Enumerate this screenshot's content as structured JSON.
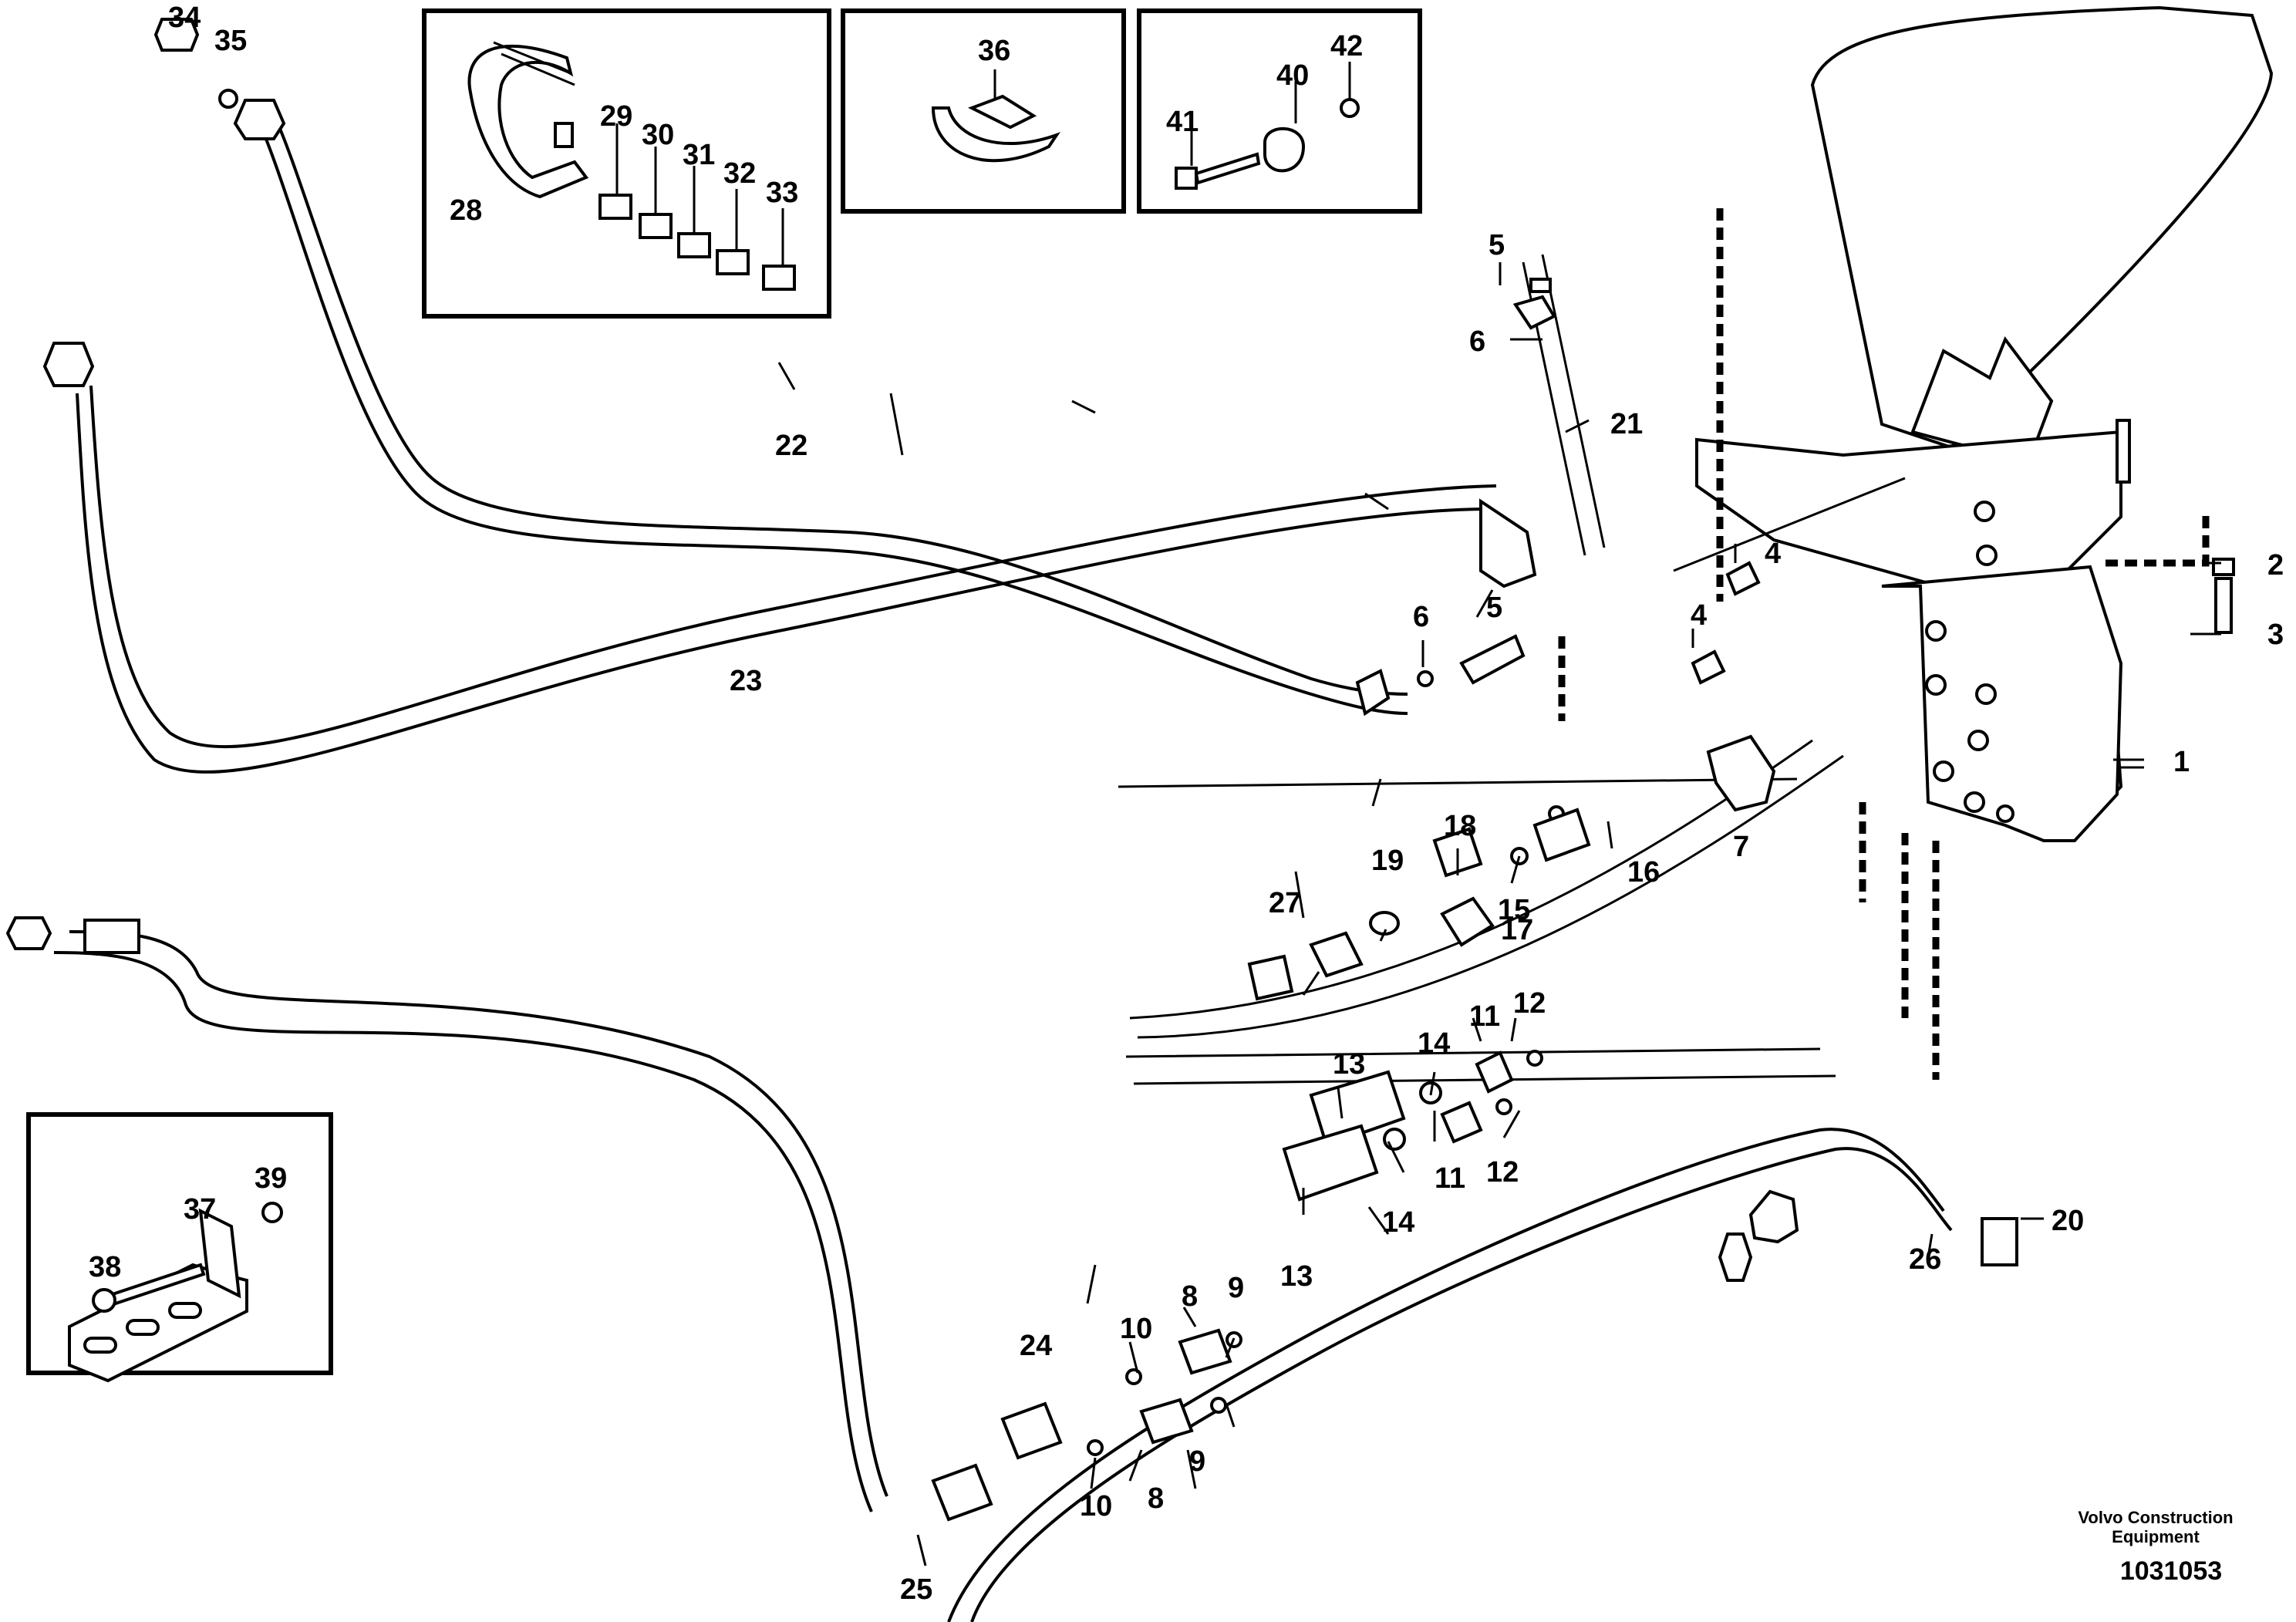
{
  "labels": {
    "p1": "1",
    "p2": "2",
    "p3": "3",
    "p4a": "4",
    "p4b": "4",
    "p5a": "5",
    "p5b": "5",
    "p6a": "6",
    "p6b": "6",
    "p7": "7",
    "p8a": "8",
    "p8b": "8",
    "p9a": "9",
    "p9b": "9",
    "p10a": "10",
    "p10b": "10",
    "p11a": "11",
    "p11b": "11",
    "p12a": "12",
    "p12b": "12",
    "p13a": "13",
    "p13b": "13",
    "p14a": "14",
    "p14b": "14",
    "p15": "15",
    "p16": "16",
    "p17": "17",
    "p18": "18",
    "p19": "19",
    "p20": "20",
    "p21": "21",
    "p22": "22",
    "p23": "23",
    "p24": "24",
    "p25": "25",
    "p26": "26",
    "p27": "27",
    "p28": "28",
    "p29": "29",
    "p30": "30",
    "p31": "31",
    "p32": "32",
    "p33": "33",
    "p34": "34",
    "p35": "35",
    "p36": "36",
    "p37": "37",
    "p38": "38",
    "p39": "39",
    "p40": "40",
    "p41": "41",
    "p42": "42"
  },
  "footer": {
    "company_line1": "Volvo Construction",
    "company_line2": "Equipment",
    "drawing_number": "1031053"
  }
}
